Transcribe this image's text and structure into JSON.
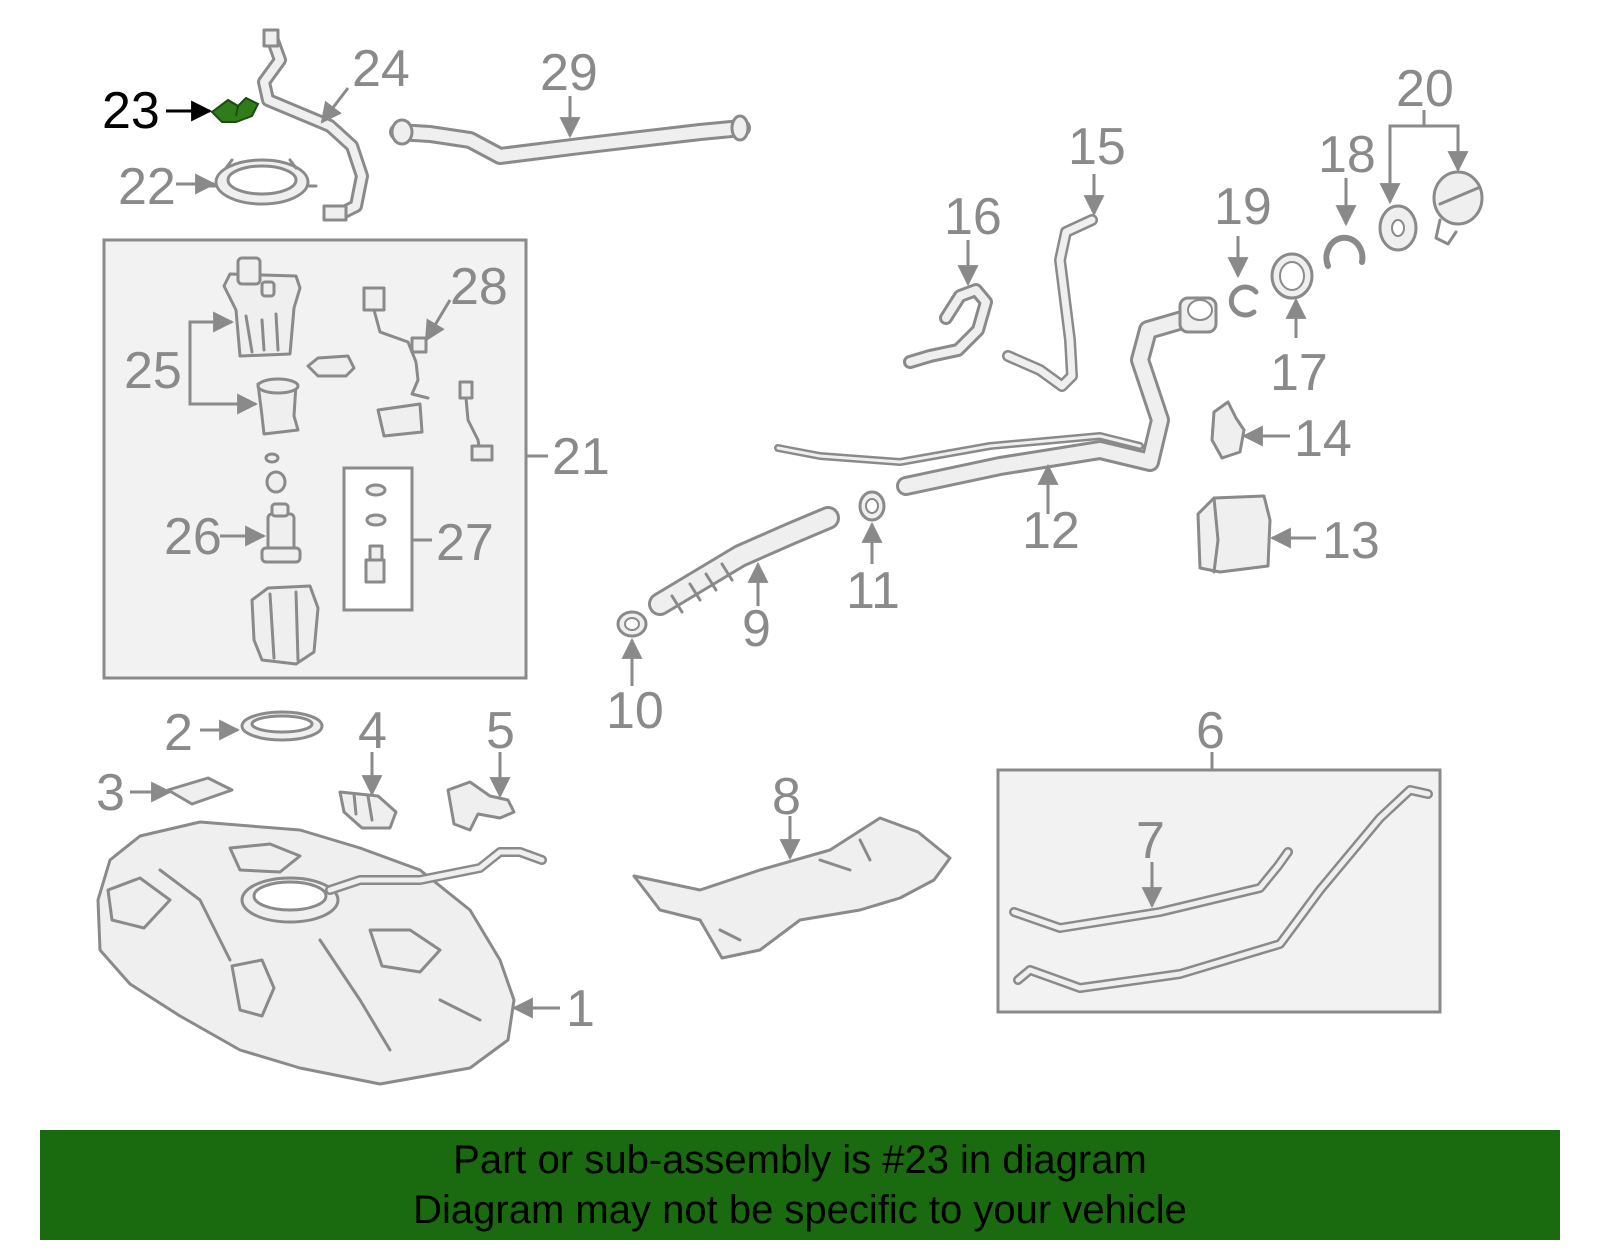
{
  "diagram": {
    "callouts": [
      {
        "id": "1",
        "label": "1"
      },
      {
        "id": "2",
        "label": "2"
      },
      {
        "id": "3",
        "label": "3"
      },
      {
        "id": "4",
        "label": "4"
      },
      {
        "id": "5",
        "label": "5"
      },
      {
        "id": "6",
        "label": "6"
      },
      {
        "id": "7",
        "label": "7"
      },
      {
        "id": "8",
        "label": "8"
      },
      {
        "id": "9",
        "label": "9"
      },
      {
        "id": "10",
        "label": "10"
      },
      {
        "id": "11",
        "label": "11"
      },
      {
        "id": "12",
        "label": "12"
      },
      {
        "id": "13",
        "label": "13"
      },
      {
        "id": "14",
        "label": "14"
      },
      {
        "id": "15",
        "label": "15"
      },
      {
        "id": "16",
        "label": "16"
      },
      {
        "id": "17",
        "label": "17"
      },
      {
        "id": "18",
        "label": "18"
      },
      {
        "id": "19",
        "label": "19"
      },
      {
        "id": "20",
        "label": "20"
      },
      {
        "id": "21",
        "label": "21"
      },
      {
        "id": "22",
        "label": "22"
      },
      {
        "id": "23",
        "label": "23",
        "highlighted": true
      },
      {
        "id": "24",
        "label": "24"
      },
      {
        "id": "25",
        "label": "25"
      },
      {
        "id": "26",
        "label": "26"
      },
      {
        "id": "27",
        "label": "27"
      },
      {
        "id": "28",
        "label": "28"
      },
      {
        "id": "29",
        "label": "29"
      }
    ],
    "highlight_color": "#2f7d1a",
    "line_color": "#8a8a8a"
  },
  "banner": {
    "line1": "Part or sub-assembly is #23 in diagram",
    "line2": "Diagram may not be specific to your vehicle",
    "background": "#1a6b0f"
  }
}
